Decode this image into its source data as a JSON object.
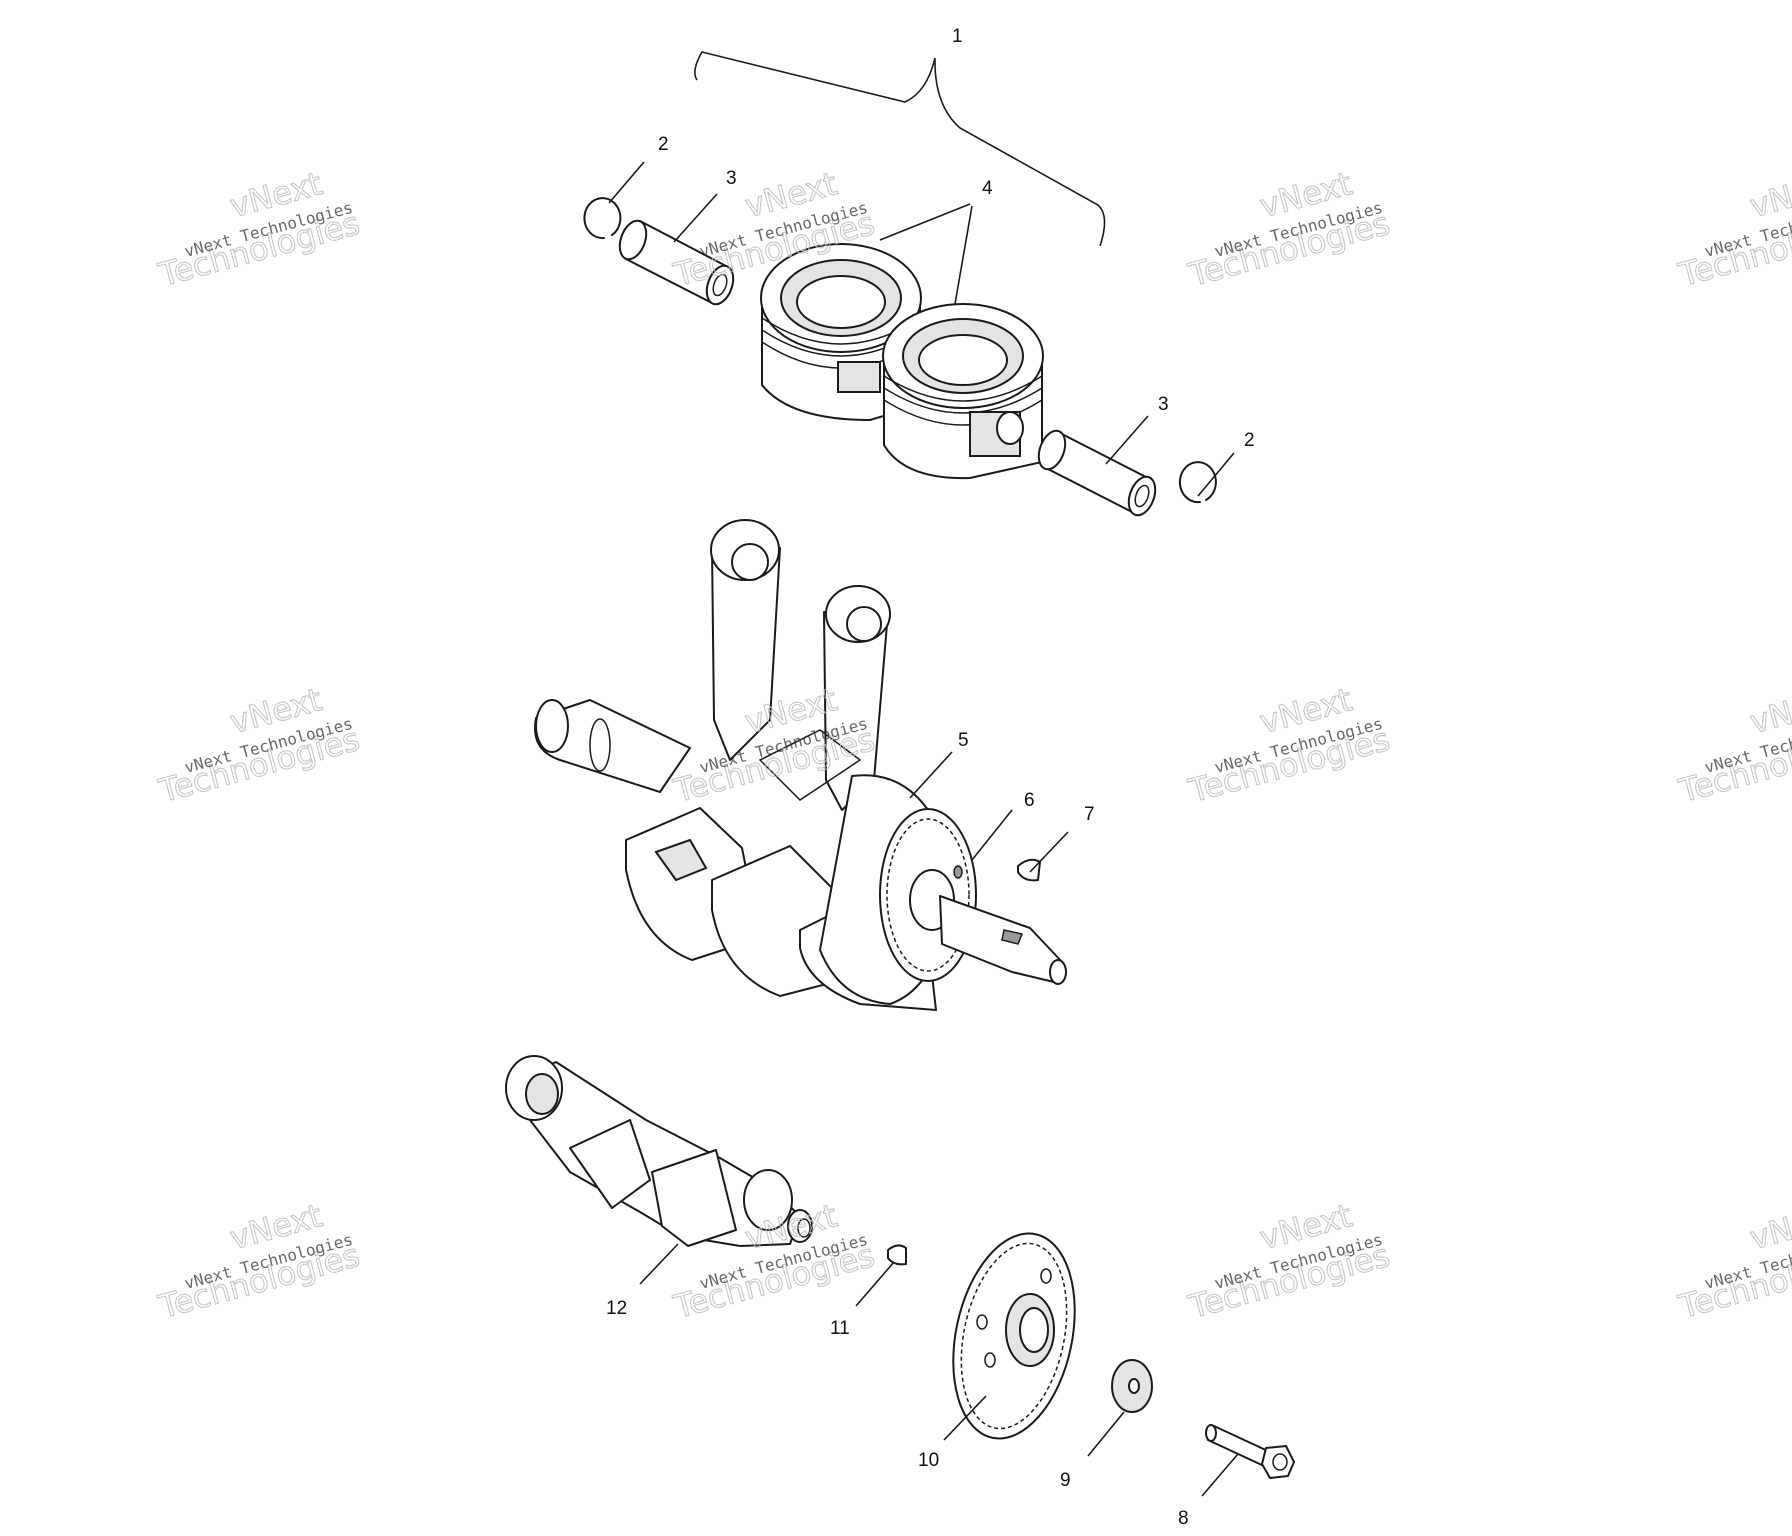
{
  "callouts": [
    {
      "id": "1",
      "text": "1"
    },
    {
      "id": "2a",
      "text": "2"
    },
    {
      "id": "3a",
      "text": "3"
    },
    {
      "id": "4",
      "text": "4"
    },
    {
      "id": "3b",
      "text": "3"
    },
    {
      "id": "2b",
      "text": "2"
    },
    {
      "id": "5",
      "text": "5"
    },
    {
      "id": "6",
      "text": "6"
    },
    {
      "id": "7",
      "text": "7"
    },
    {
      "id": "12",
      "text": "12"
    },
    {
      "id": "11",
      "text": "11"
    },
    {
      "id": "10",
      "text": "10"
    },
    {
      "id": "9",
      "text": "9"
    },
    {
      "id": "8",
      "text": "8"
    }
  ],
  "watermark": {
    "brand": "vNext Technologies",
    "word_top": "vNext",
    "word_bottom": "Technologies"
  }
}
